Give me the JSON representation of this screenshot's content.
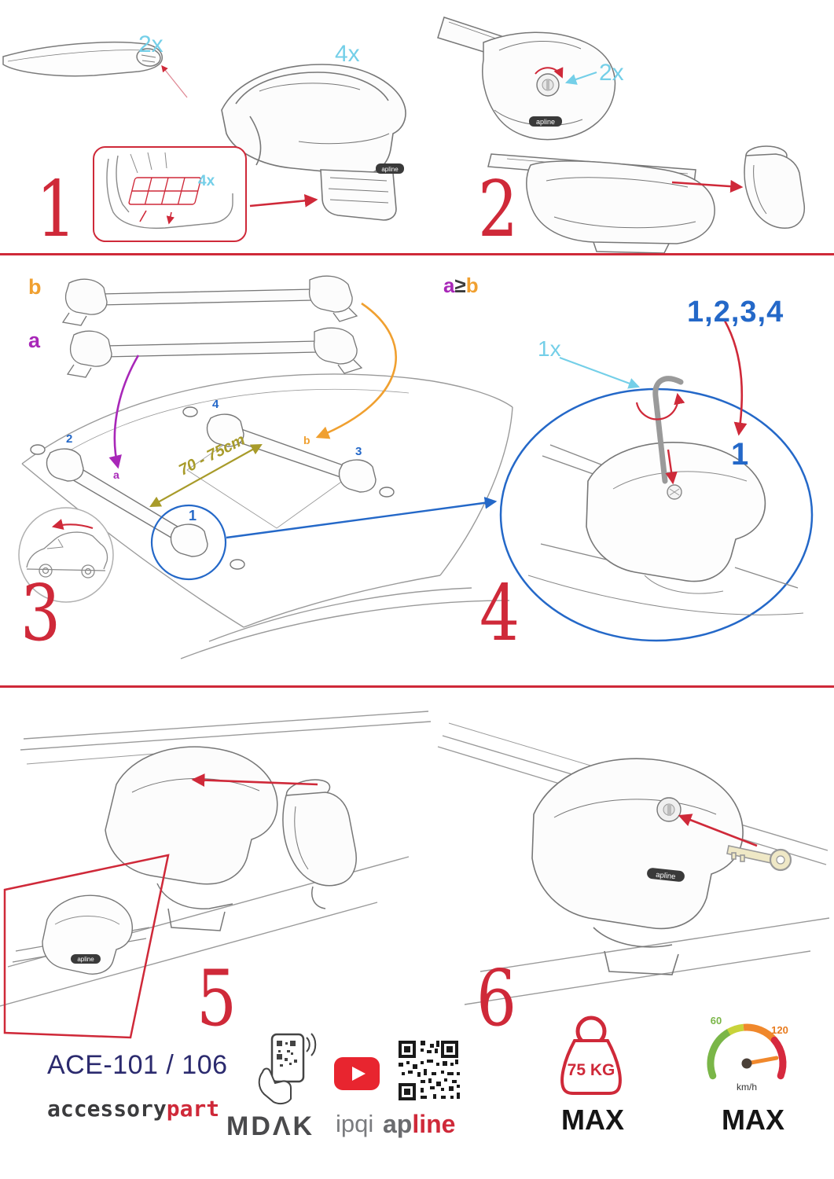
{
  "colors": {
    "accent_red": "#cf2939",
    "cyan": "#74cfe8",
    "blue": "#2468c8",
    "purple": "#a827b8",
    "orange": "#f0a030",
    "olive": "#a89b2a",
    "navy": "#2b2a6e",
    "gray": "#58595b"
  },
  "step1": {
    "number": "1",
    "bar_qty": "2x",
    "foot_qty": "4x",
    "pad_qty": "4x"
  },
  "step2": {
    "number": "2",
    "lock_qty": "2x"
  },
  "step3": {
    "number": "3",
    "bar_b_label": "b",
    "bar_a_label": "a",
    "distance_label": "70 - 75cm",
    "position_1": "1",
    "position_2": "2",
    "position_3": "3",
    "position_4": "4",
    "position_a": "a",
    "position_b": "b"
  },
  "step4": {
    "number": "4",
    "rule_a": "a",
    "rule_op": "≥",
    "rule_b": "b",
    "tighten_order": "1,2,3,4",
    "key_qty": "1x",
    "first_position": "1"
  },
  "step5": {
    "number": "5"
  },
  "step6": {
    "number": "6"
  },
  "branding": {
    "foot_label": "apline",
    "model": "ACE-101 / 106",
    "brand_accessory": "accessory",
    "brand_part": "part",
    "brand_mdak": "MDΛK",
    "brand_ipqi": "ipqi",
    "brand_ap": "ap",
    "brand_line": "line"
  },
  "limits": {
    "weight": "75 KG",
    "weight_max": "MAX",
    "speed_low": "60",
    "speed_high": "120",
    "speed_unit": "km/h",
    "speed_max": "MAX"
  }
}
